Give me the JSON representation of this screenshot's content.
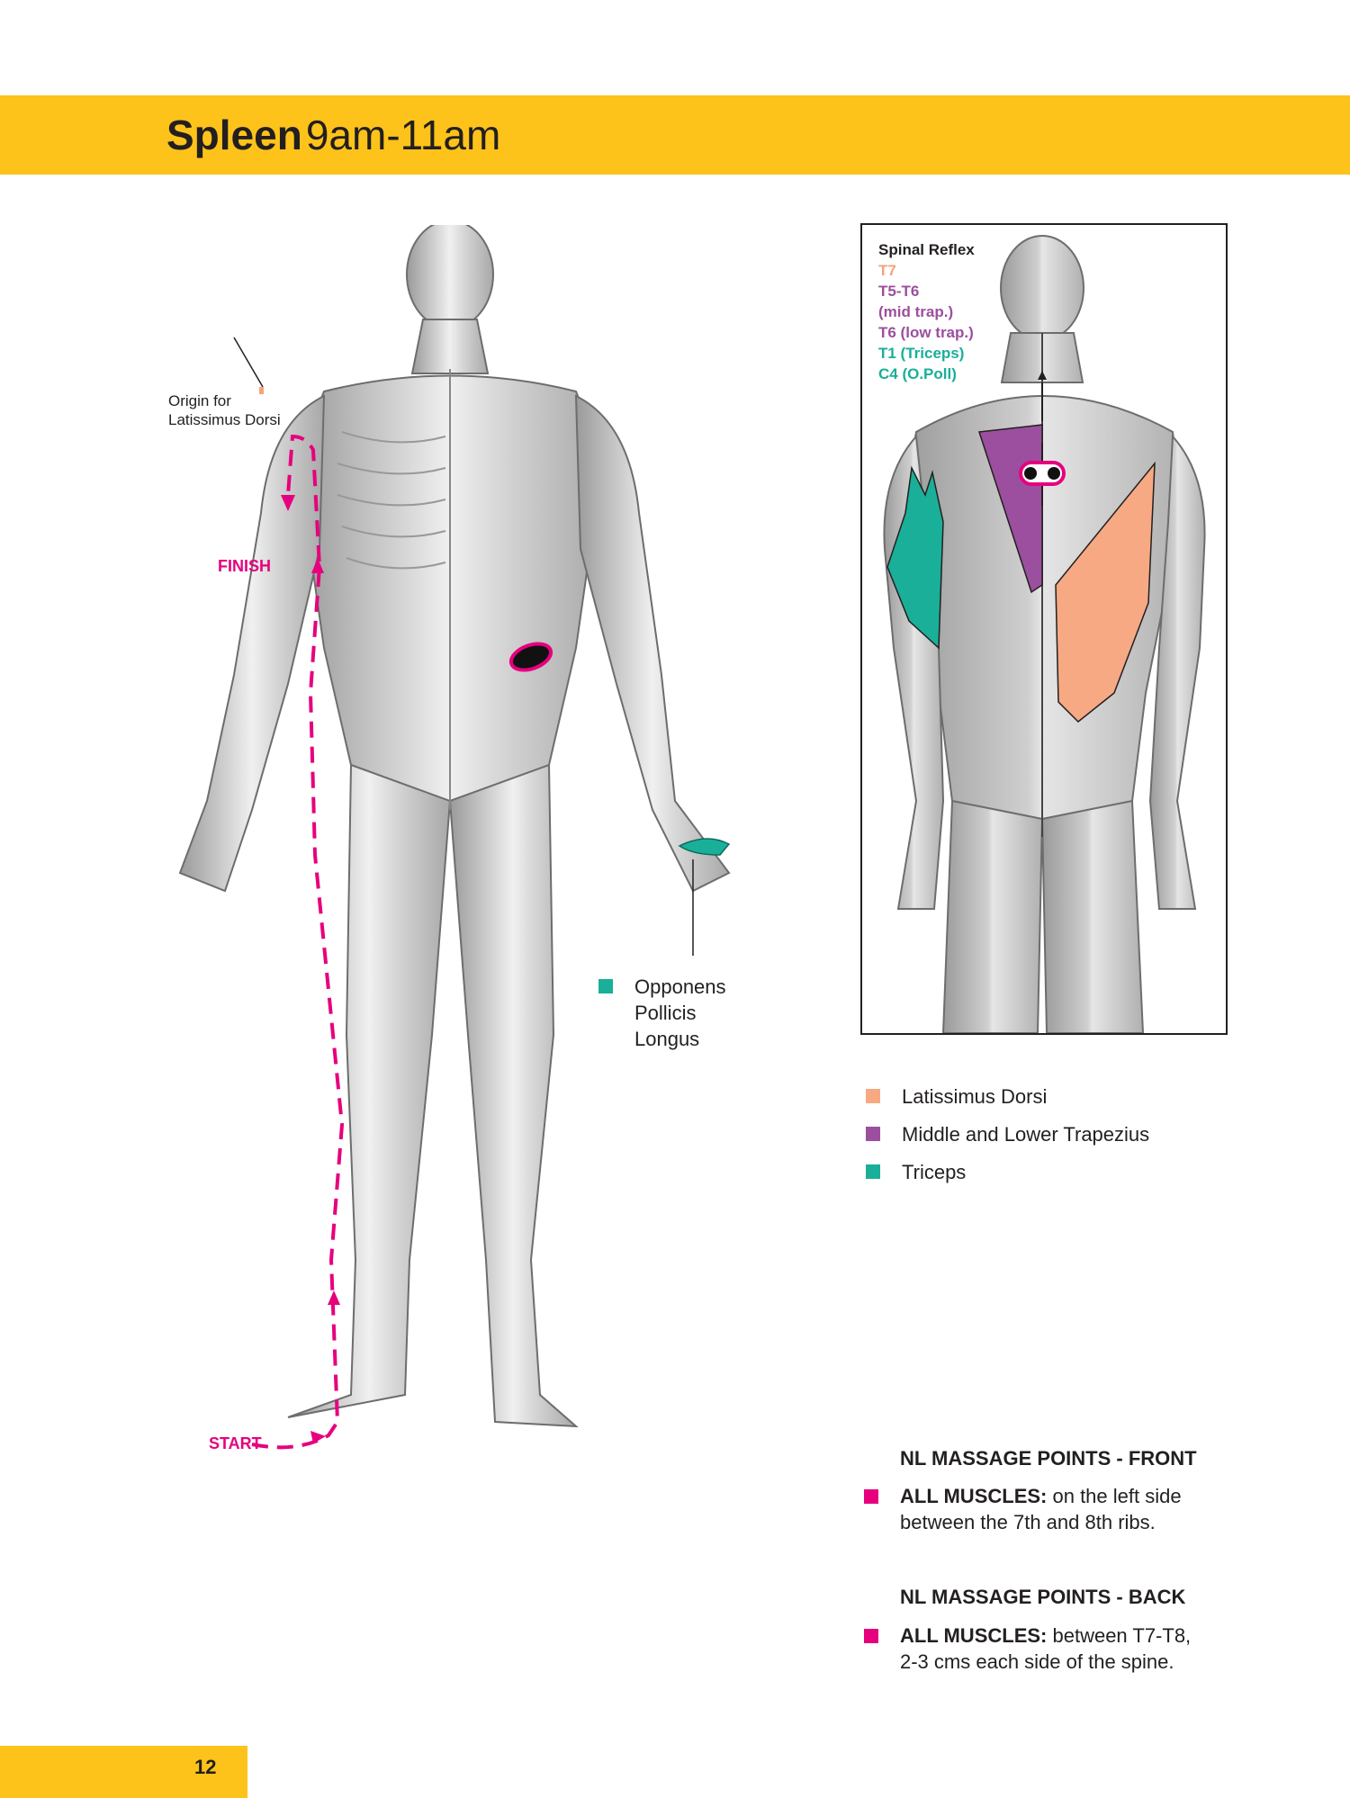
{
  "header": {
    "title_bold": "Spleen",
    "title_time": "9am-11am"
  },
  "front": {
    "origin_label_line1": "Origin for",
    "origin_label_line2": "Latissimus Dorsi",
    "finish_label": "FINISH",
    "start_label": "START"
  },
  "back_panel": {
    "spinal_reflex": [
      {
        "text": "Spinal Reflex",
        "color": "#231f20"
      },
      {
        "text": "T7",
        "color": "#f2a47a"
      },
      {
        "text": "T5-T6",
        "color": "#9b4f9e"
      },
      {
        "text": "(mid trap.)",
        "color": "#9b4f9e"
      },
      {
        "text": "T6 (low trap.)",
        "color": "#9b4f9e"
      },
      {
        "text": "T1 (Triceps)",
        "color": "#1aaf98"
      },
      {
        "text": "C4 (O.Poll)",
        "color": "#1aaf98"
      }
    ]
  },
  "opponens": {
    "lines": [
      "Opponens",
      "Pollicis",
      "Longus"
    ],
    "color": "#1aaf98"
  },
  "legend": [
    {
      "label": "Latissimus Dorsi",
      "color": "#f7a983"
    },
    {
      "label": "Middle and Lower Trapezius",
      "color": "#9b4f9e"
    },
    {
      "label": "Triceps",
      "color": "#1aaf98"
    }
  ],
  "nl_points": {
    "front_heading": "NL MASSAGE POINTS - FRONT",
    "front_bold": "ALL MUSCLES:",
    "front_text_1": " on the left side",
    "front_text_2": "between the 7th and 8th ribs.",
    "back_heading": "NL MASSAGE POINTS - BACK",
    "back_bold": "ALL MUSCLES:",
    "back_text_1": " between T7-T8,",
    "back_text_2": "2-3 cms each side of the spine.",
    "marker_color": "#e6007e"
  },
  "page": {
    "number": "12"
  },
  "colors": {
    "accent_yellow": "#fdc31a",
    "path_pink": "#e6007e"
  }
}
